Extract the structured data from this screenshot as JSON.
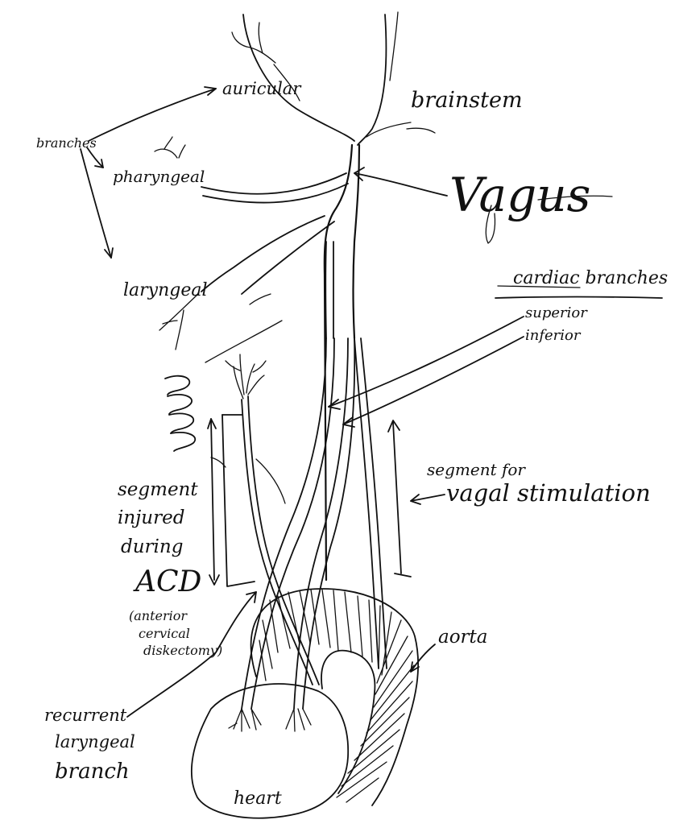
{
  "colors": {
    "ink": "#111111",
    "paper": "#ffffff"
  },
  "labels": {
    "auricular": "auricular",
    "brainstem": "brainstem",
    "branches": "branches",
    "pharyngeal": "pharyngeal",
    "vagus": "Vagus",
    "laryngeal": "laryngeal",
    "cardiac_branches": "cardiac branches",
    "superior": "superior",
    "inferior": "inferior",
    "segment_for": "segment for",
    "vagal_stimulation": "vagal stimulation",
    "segment": "segment",
    "injured": "injured",
    "during": "during",
    "acd": "ACD",
    "anterior": "(anterior",
    "cervical": "cervical",
    "diskectomy": "diskectomy)",
    "aorta": "aorta",
    "recurrent": "recurrent",
    "laryngeal2": "laryngeal",
    "branch": "branch",
    "heart": "heart"
  }
}
